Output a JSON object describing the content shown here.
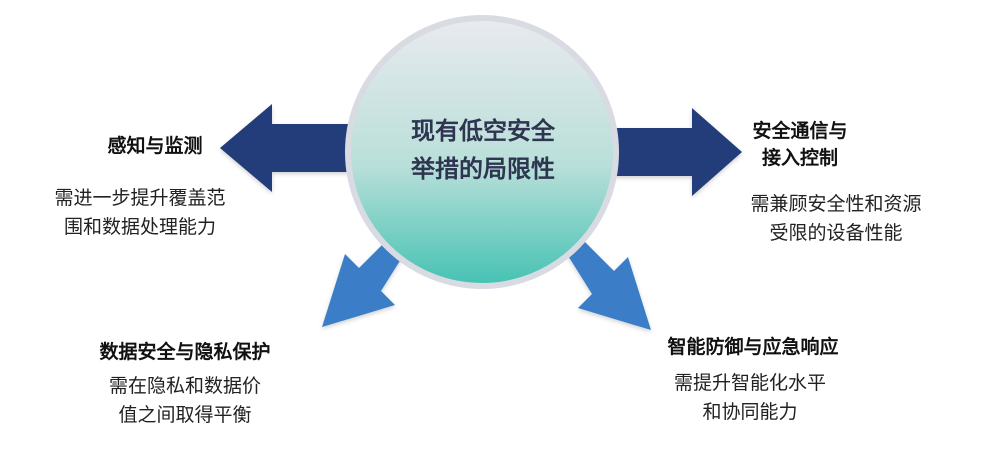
{
  "center": {
    "line1": "现有低空安全",
    "line2": "举措的局限性"
  },
  "items": [
    {
      "title": [
        "感知与监测"
      ],
      "desc": [
        "需进一步提升覆盖范",
        "围和数据处理能力"
      ]
    },
    {
      "title": [
        "安全通信与",
        "接入控制"
      ],
      "desc": [
        "需兼顾安全性和资源",
        "受限的设备性能"
      ]
    },
    {
      "title": [
        "数据安全与隐私保护"
      ],
      "desc": [
        "需在隐私和数据价",
        "值之间取得平衡"
      ]
    },
    {
      "title": [
        "智能防御与应急响应"
      ],
      "desc": [
        "需提升智能化水平",
        "和协同能力"
      ]
    }
  ],
  "colors": {
    "arrow_dark": "#233d7a",
    "arrow_light": "#3a7ec7",
    "circle_top": "#e9eaef",
    "circle_bottom": "#44c2b3",
    "circle_border": "#d9dbe3"
  }
}
